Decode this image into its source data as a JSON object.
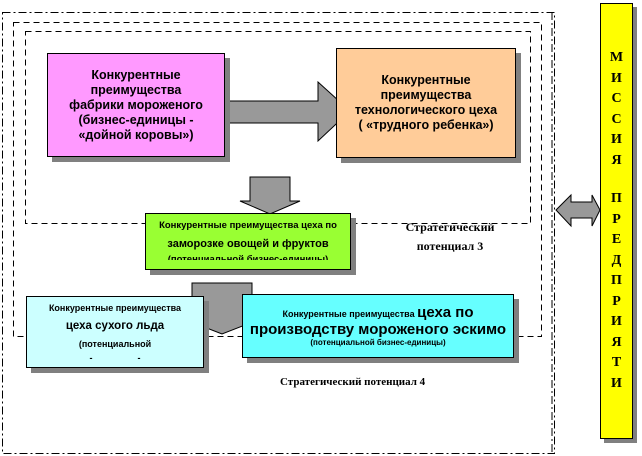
{
  "diagram": {
    "box_ice_cream_factory": {
      "lines": [
        "Конкурентные",
        "преимущества",
        "фабрики мороженого",
        "(бизнес-единицы  -",
        "«дойной коровы»)"
      ],
      "color": "#ff99ff"
    },
    "box_technological_shop": {
      "lines": [
        "Конкурентные",
        "преимущества",
        "технологического цеха",
        "( «трудного ребенка»)"
      ],
      "color": "#ffcc99"
    },
    "box_freezing_shop": {
      "lines": [
        "Конкурентные преимущества цеха по",
        "заморозке овощей и фруктов",
        "(потенциальной бизнес-единицы)"
      ],
      "color": "#99ff33"
    },
    "box_dry_ice_shop": {
      "lines": [
        "Конкурентные преимущества",
        "цеха сухого льда",
        "(потенциальной",
        "-                  -"
      ],
      "color": "#ccffff"
    },
    "box_eskimo_shop": {
      "line1_small": "Конкурентные преимущества",
      "line1_big": "цеха по",
      "line2": "производству мороженого эскимо",
      "line3": "(потенциальной бизнес-единицы)",
      "color": "#66ffff"
    },
    "label_potential_3": [
      "Стратегический",
      "потенциал 3"
    ],
    "label_potential_4": "Стратегический потенциал 4",
    "mission_bar": {
      "letters_top": [
        "М",
        "И",
        "С",
        "С",
        "И",
        "Я"
      ],
      "letters_bottom": [
        "П",
        "Р",
        "Е",
        "Д",
        "П",
        "Р",
        "И",
        "Я",
        "Т",
        "И"
      ],
      "color": "#ffff00"
    },
    "arrow_color": "#999999"
  }
}
